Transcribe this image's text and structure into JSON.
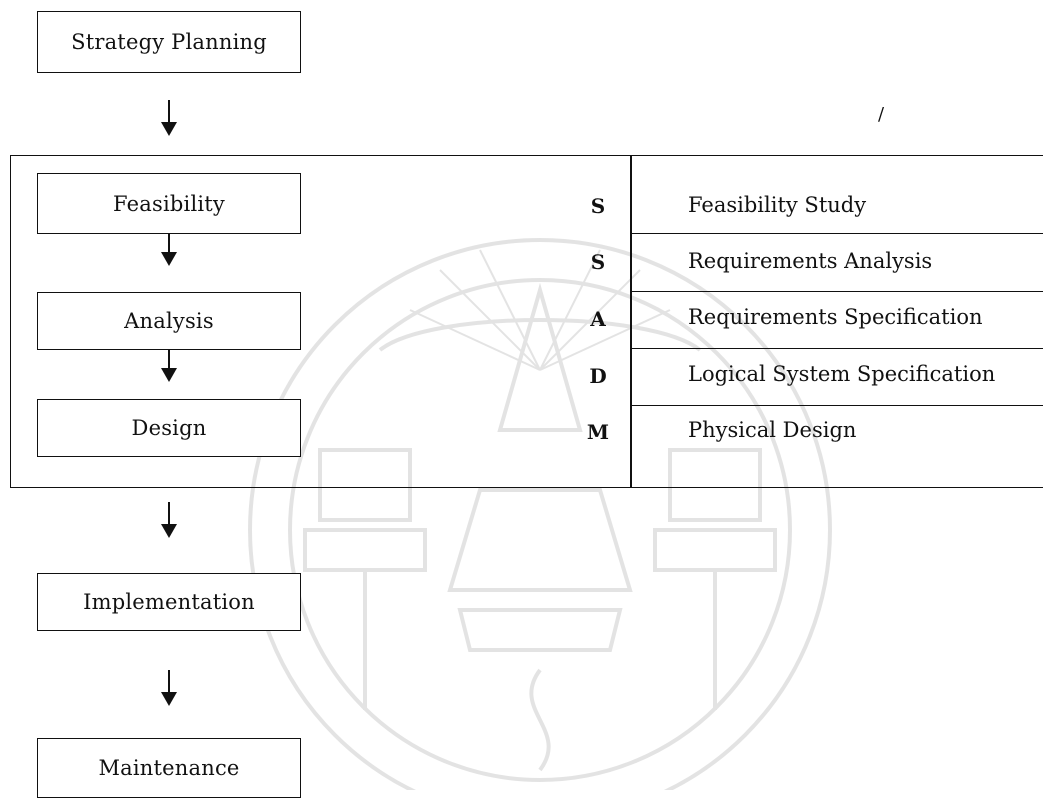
{
  "flow": {
    "strategy": "Strategy Planning",
    "feasibility": "Feasibility",
    "analysis": "Analysis",
    "design": "Design",
    "implementation": "Implementation",
    "maintenance": "Maintenance"
  },
  "ssadm": {
    "letters": [
      "S",
      "S",
      "A",
      "D",
      "M"
    ],
    "phases": [
      "Feasibility Study",
      "Requirements Analysis",
      "Requirements Specification",
      "Logical System Specification",
      "Physical Design"
    ]
  },
  "stray_mark": "/"
}
